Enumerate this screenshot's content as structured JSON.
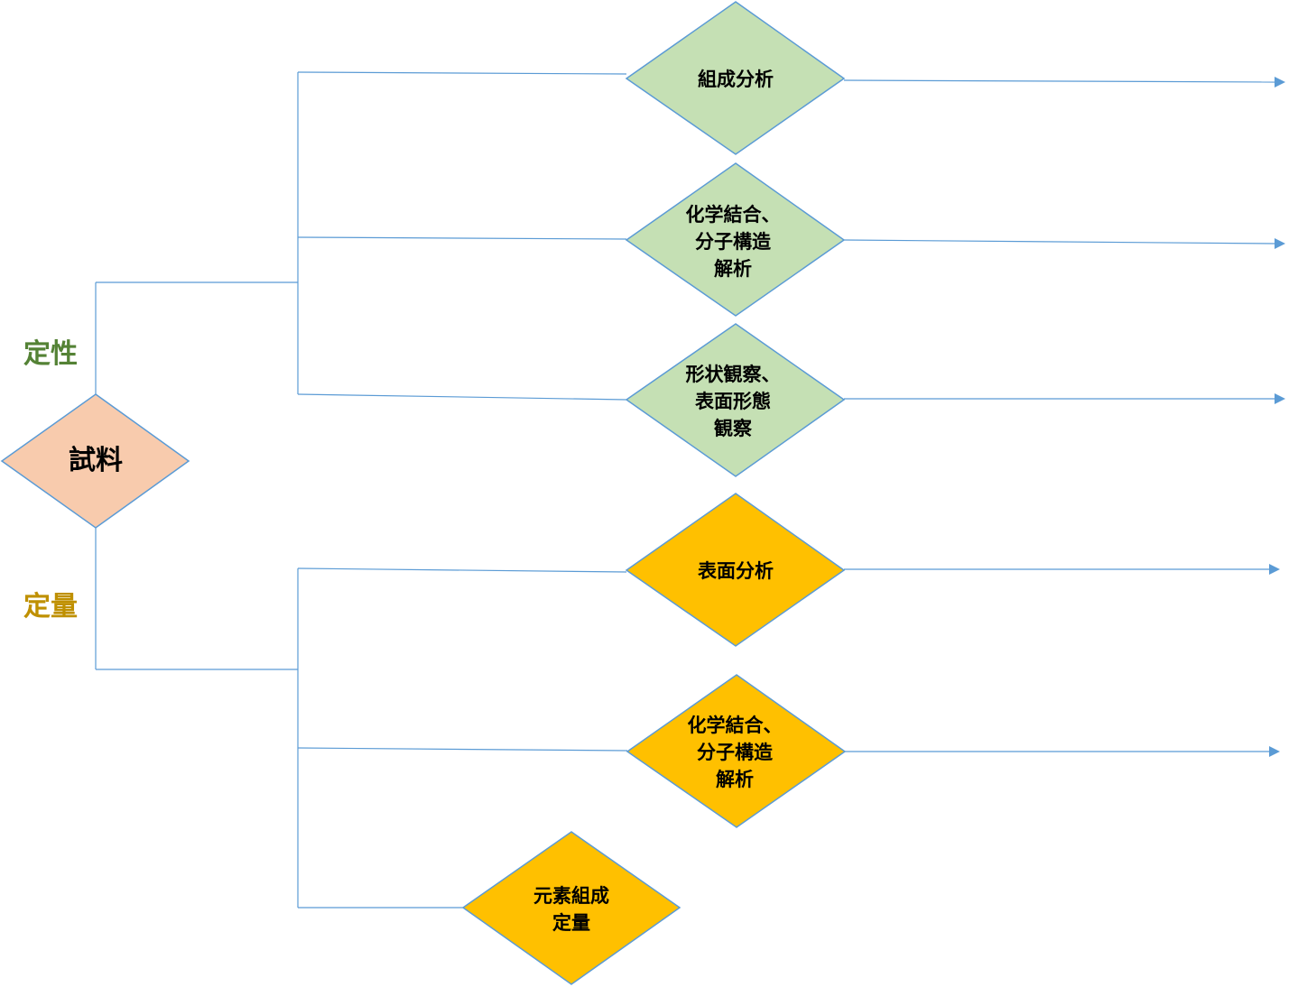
{
  "root": {
    "label": "試料"
  },
  "branches": {
    "qualitative": {
      "label": "定性",
      "color": "#548235"
    },
    "quantitative": {
      "label": "定量",
      "color": "#bf9000"
    }
  },
  "nodes": {
    "composition": {
      "lines": [
        "組成分析"
      ]
    },
    "chemical_bond_qual": {
      "lines": [
        "化学結合、",
        "分子構造",
        "解析"
      ]
    },
    "shape_observation": {
      "lines": [
        "形状観察、",
        "表面形態",
        "観察"
      ]
    },
    "surface_analysis": {
      "lines": [
        "表面分析"
      ]
    },
    "chemical_bond_quant": {
      "lines": [
        "化学結合、",
        "分子構造",
        "解析"
      ]
    },
    "element_quant": {
      "lines": [
        "元素組成",
        "定量"
      ]
    }
  },
  "colors": {
    "connector": "#5b9bd5",
    "root_fill": "#f8cbad",
    "qualitative_fill": "#c5e0b4",
    "quantitative_fill": "#ffc000"
  }
}
